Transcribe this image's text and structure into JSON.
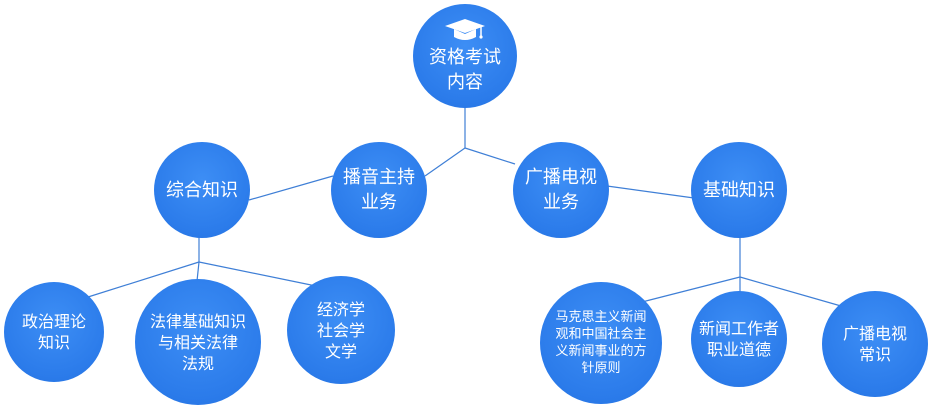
{
  "root": {
    "label_line1": "资格考试",
    "label_line2": "内容",
    "icon": "graduation-cap-icon"
  },
  "categories": [
    {
      "lines": [
        "综合知识"
      ]
    },
    {
      "lines": [
        "播音主持",
        "业务"
      ]
    },
    {
      "lines": [
        "广播电视",
        "业务"
      ]
    },
    {
      "lines": [
        "基础知识"
      ]
    }
  ],
  "zonghe_children": [
    {
      "lines": [
        "政治理论",
        "知识"
      ]
    },
    {
      "lines": [
        "法律基础知识",
        "与相关法律",
        "法规"
      ]
    },
    {
      "lines": [
        "经济学",
        "社会学",
        "文学"
      ]
    }
  ],
  "jichu_children": [
    {
      "lines": [
        "马克思主义新闻",
        "观和中国社会主",
        "义新闻事业的方",
        "针原则"
      ]
    },
    {
      "lines": [
        "新闻工作者",
        "职业道德"
      ]
    },
    {
      "lines": [
        "广播电视",
        "常识"
      ]
    }
  ],
  "colors": {
    "node_fill": "#2b7bea",
    "line": "#3f7fd6",
    "text": "#ffffff"
  }
}
